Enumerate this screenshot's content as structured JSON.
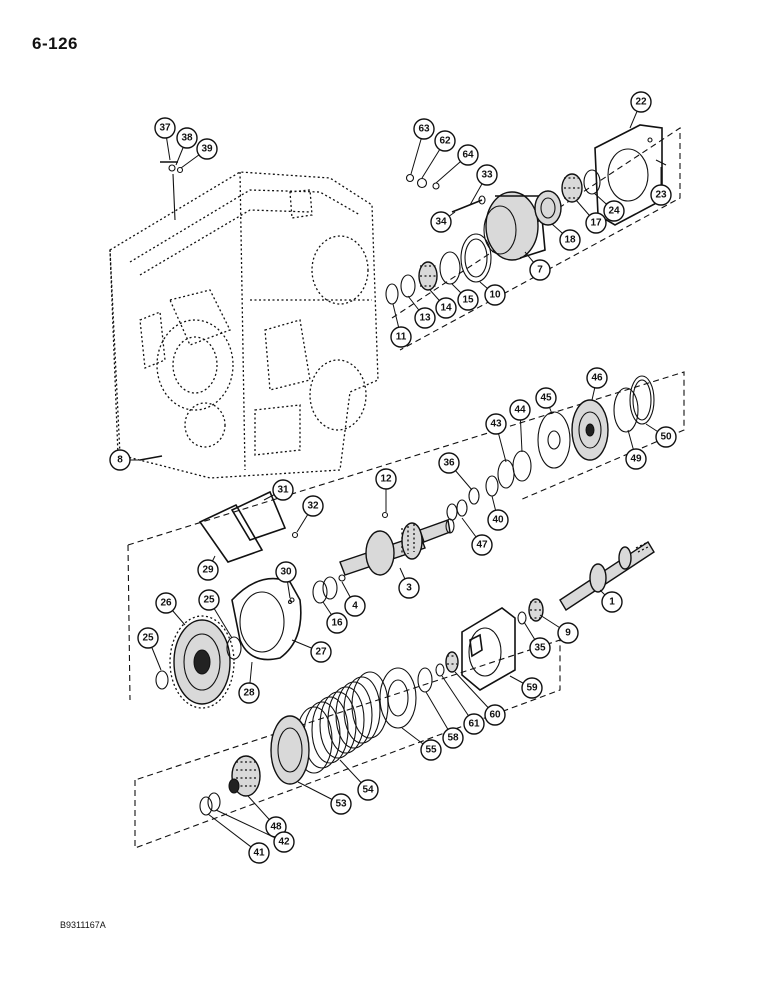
{
  "page_number": "6-126",
  "reference_code": "B9311167A",
  "callouts": [
    "37",
    "38",
    "39",
    "63",
    "62",
    "64",
    "33",
    "34",
    "22",
    "23",
    "24",
    "17",
    "18",
    "7",
    "10",
    "15",
    "14",
    "13",
    "11",
    "8",
    "12",
    "36",
    "43",
    "44",
    "45",
    "46",
    "49",
    "50",
    "40",
    "47",
    "31",
    "32",
    "29",
    "30",
    "3",
    "4",
    "16",
    "25",
    "26",
    "27",
    "28",
    "1",
    "9",
    "35",
    "59",
    "60",
    "61",
    "58",
    "55",
    "54",
    "53",
    "48",
    "42",
    "41"
  ]
}
